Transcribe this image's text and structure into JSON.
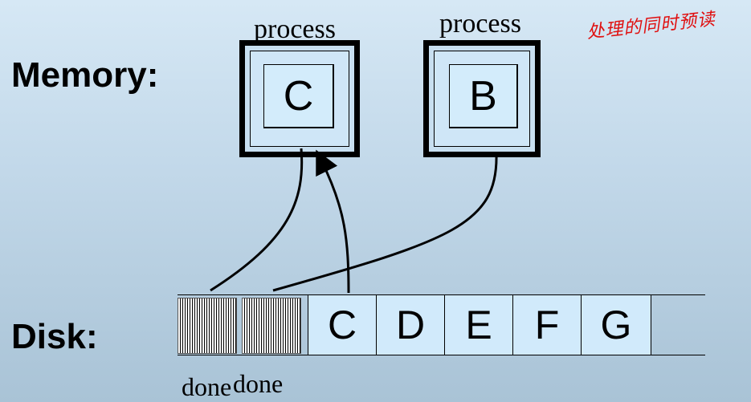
{
  "labels": {
    "memory": "Memory:",
    "disk": "Disk:",
    "annotation": "处理的同时预读"
  },
  "processes": [
    {
      "caption": "process",
      "block": "C"
    },
    {
      "caption": "process",
      "block": "B"
    }
  ],
  "disk": {
    "blocks": [
      {
        "label": "",
        "state": "done"
      },
      {
        "label": "",
        "state": "done"
      },
      {
        "label": "C",
        "state": "loaded"
      },
      {
        "label": "D",
        "state": "pending"
      },
      {
        "label": "E",
        "state": "pending"
      },
      {
        "label": "F",
        "state": "pending"
      },
      {
        "label": "G",
        "state": "pending"
      }
    ],
    "done_labels": [
      "done",
      "done"
    ]
  }
}
